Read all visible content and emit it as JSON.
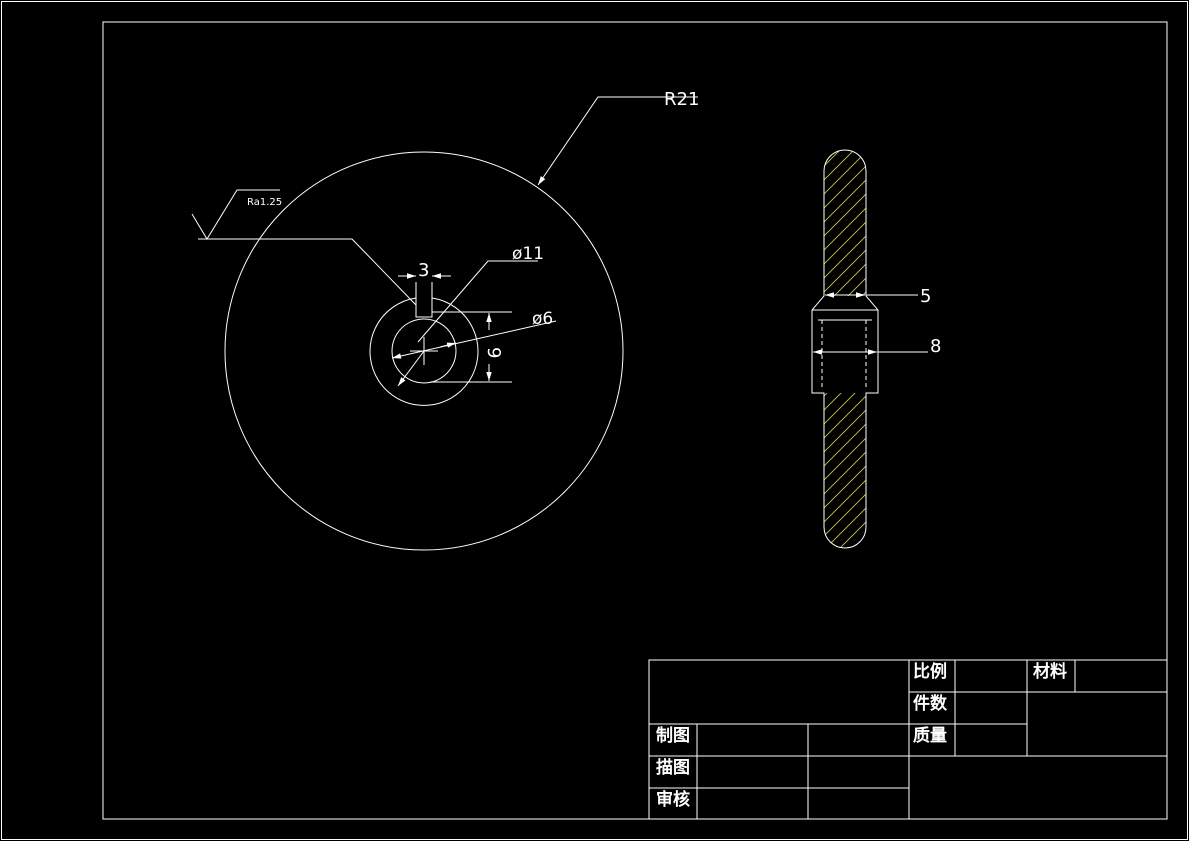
{
  "colors": {
    "background": "#000000",
    "line": "#ffffff",
    "hatch": "#c8c84a"
  },
  "dimensions": {
    "radius": "R21",
    "roughness": "Ra1.25",
    "key_width": "3",
    "outer_dia": "ø11",
    "bore_dia": "ø6",
    "key_depth": "9",
    "rim_width": "5",
    "hub_width": "8"
  },
  "title_block": {
    "scale_label": "比例",
    "quantity_label": "件数",
    "mass_label": "质量",
    "material_label": "材料",
    "drawn_label": "制图",
    "traced_label": "描图",
    "checked_label": "审核"
  }
}
